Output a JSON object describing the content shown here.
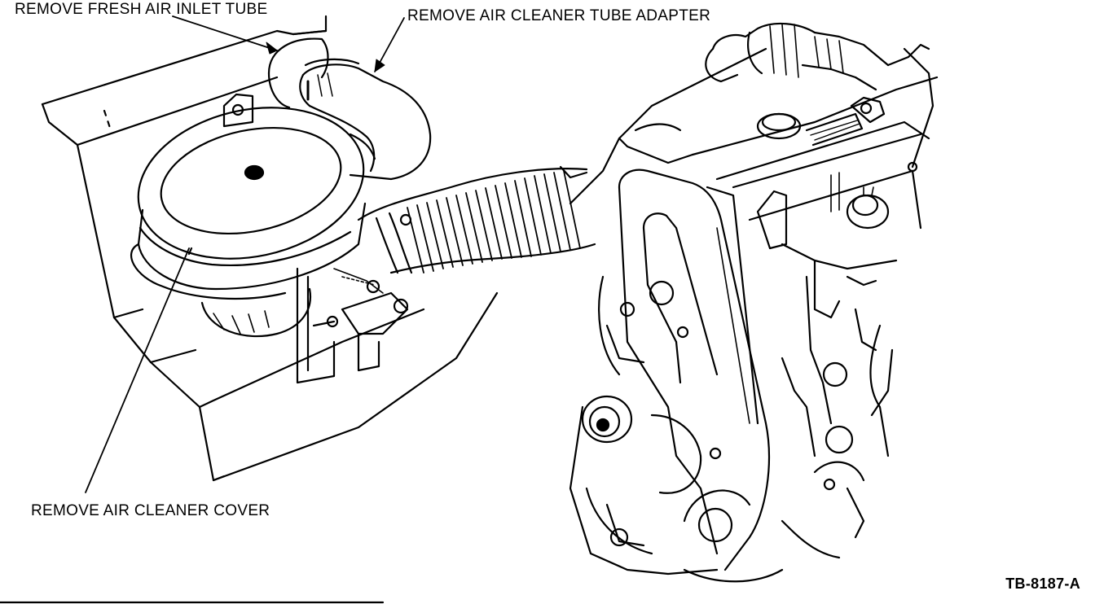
{
  "labels": {
    "fresh_air_inlet": "REMOVE FRESH AIR INLET TUBE",
    "tube_adapter": "REMOVE AIR CLEANER TUBE ADAPTER",
    "cleaner_cover": "REMOVE AIR CLEANER COVER"
  },
  "figure_id": "TB-8187-A",
  "colors": {
    "ink": "#000000",
    "paper": "#ffffff"
  }
}
